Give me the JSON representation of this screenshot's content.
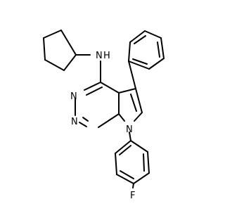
{
  "molecule": {
    "atoms": {
      "nh_n": "N",
      "nh_h": "H",
      "n3": "N",
      "n1": "N",
      "n7": "N",
      "f": "F"
    },
    "colors": {
      "bond": "#000000",
      "label": "#000000",
      "background": "#ffffff"
    }
  }
}
